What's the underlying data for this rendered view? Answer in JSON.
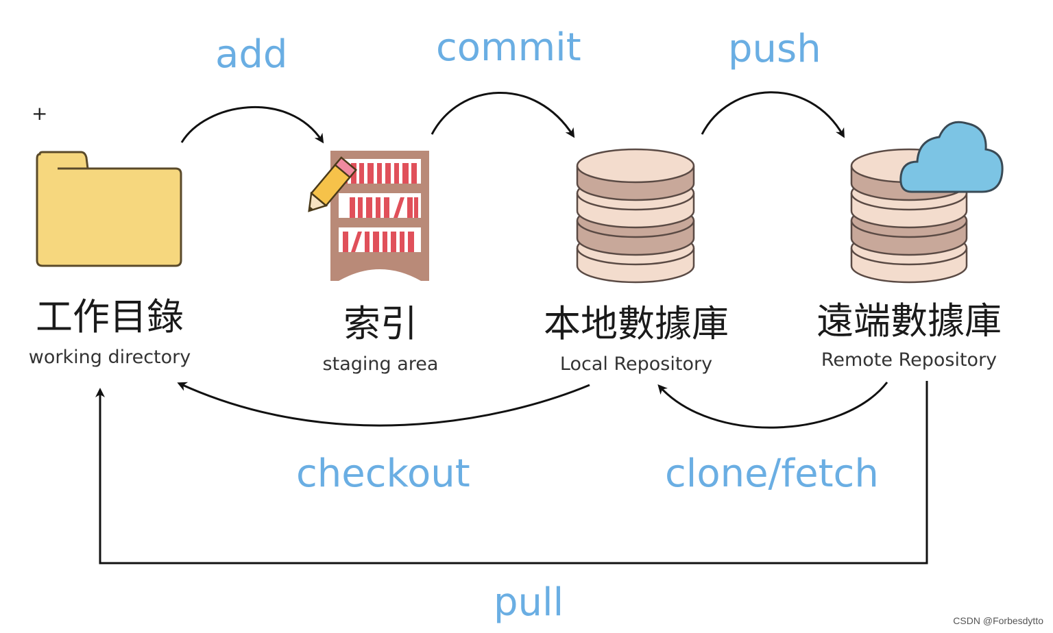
{
  "nodes": {
    "working": {
      "title": "工作目錄",
      "subtitle": "working directory",
      "icon": "folder-icon"
    },
    "staging": {
      "title": "索引",
      "subtitle": "staging area",
      "icon": "bookshelf-icon"
    },
    "local": {
      "title": "本地數據庫",
      "subtitle": "Local Repository",
      "icon": "database-icon"
    },
    "remote": {
      "title": "遠端數據庫",
      "subtitle": "Remote Repository",
      "icon": "cloud-database-icon"
    }
  },
  "operations": {
    "add": "add",
    "commit": "commit",
    "push": "push",
    "checkout": "checkout",
    "clone_fetch": "clone/fetch",
    "pull": "pull"
  },
  "watermark": "CSDN @Forbesdytto",
  "colors": {
    "operation_text": "#6aaee3",
    "folder_fill": "#f6d77e",
    "folder_stroke": "#5a4a2a",
    "bookshelf_frame": "#b98a78",
    "book_red": "#e0505a",
    "database_light": "#f3dccd",
    "database_dark": "#c8a89a",
    "cloud_fill": "#7cc4e4",
    "arrow": "#111111"
  }
}
